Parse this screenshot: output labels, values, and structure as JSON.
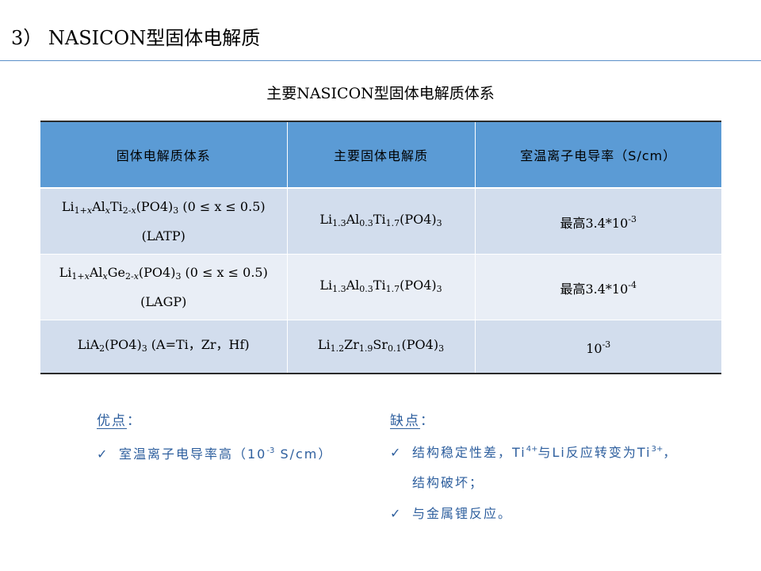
{
  "slide": {
    "title": "3） NASICON型固体电解质"
  },
  "table": {
    "caption": "主要NASICON型固体电解质体系",
    "headers": [
      "固体电解质体系",
      "主要固体电解质",
      "室温离子电导率（S/cm）"
    ],
    "rows": [
      {
        "system_line1": "Li1+xAlxTi2-x(PO4)3 (0 ≤ x ≤ 0.5)",
        "system_line2": "(LATP)",
        "electrolyte": "Li1.3Al0.3Ti1.7(PO4)3",
        "conductivity": "最高3.4*10-3"
      },
      {
        "system_line1": "Li1+xAlxGe2-x(PO4)3 (0 ≤ x ≤ 0.5)",
        "system_line2": "(LAGP)",
        "electrolyte": "Li1.3Al0.3Ti1.7(PO4)3",
        "conductivity": "最高3.4*10-4"
      },
      {
        "system_line1": "LiA2(PO4)3 (A=Ti，Zr，Hf)",
        "electrolyte": "Li1.2Zr1.9Sr0.1(PO4)3",
        "conductivity": "10-3"
      }
    ]
  },
  "advantages": {
    "heading": "优点",
    "colon": "：",
    "items": [
      {
        "check": "✓",
        "text_a": "室温离子电导率高（10",
        "sup": "-3",
        "text_b": " S/cm）"
      }
    ]
  },
  "disadvantages": {
    "heading": "缺点",
    "colon": "：",
    "items": [
      {
        "check": "✓",
        "text_a": "结构稳定性差，Ti",
        "sup1": "4+",
        "text_b": "与Li反应转变为Ti",
        "sup2": "3+",
        "text_c": "，",
        "line2": "结构破坏；"
      },
      {
        "check": "✓",
        "text": "与金属锂反应。"
      }
    ]
  },
  "colors": {
    "accent": "#2e5f9e",
    "header_fill": "#5b9bd5",
    "row_dark": "#d2dded",
    "row_light": "#e9eef6",
    "rule": "#5a8fc8"
  }
}
